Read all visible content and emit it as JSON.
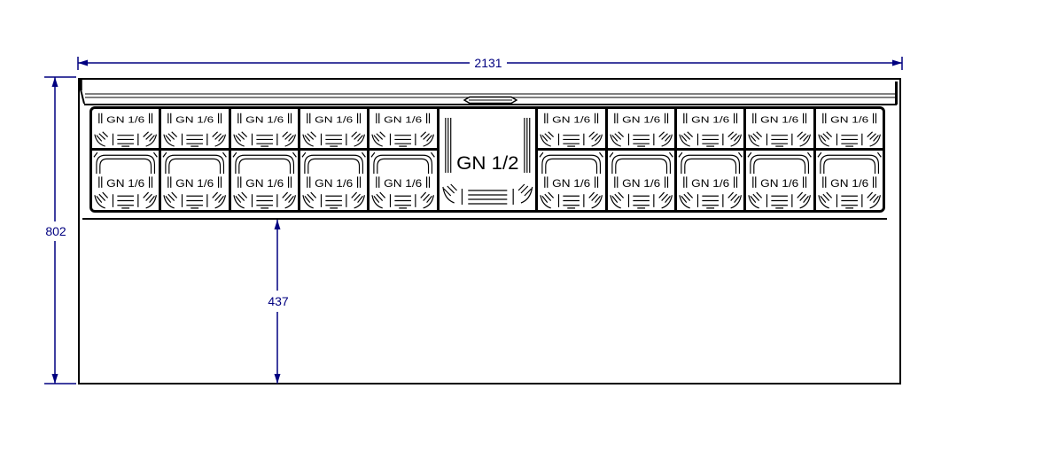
{
  "drawing": {
    "background_color": "#ffffff",
    "line_color": "#000000",
    "dimension_color": "#000080",
    "dimensions": {
      "overall_width": "2131",
      "overall_height": "802",
      "front_depth": "437"
    },
    "pan_well": {
      "rows": 2,
      "layout": [
        "gn16",
        "gn16",
        "gn16",
        "gn16",
        "gn16",
        "gn12",
        "gn16",
        "gn16",
        "gn16",
        "gn16",
        "gn16"
      ],
      "gn16_label": "GN 1/6",
      "gn12_label": "GN 1/2",
      "gn16_pan_count": 20,
      "gn12_pan_count": 1
    }
  }
}
